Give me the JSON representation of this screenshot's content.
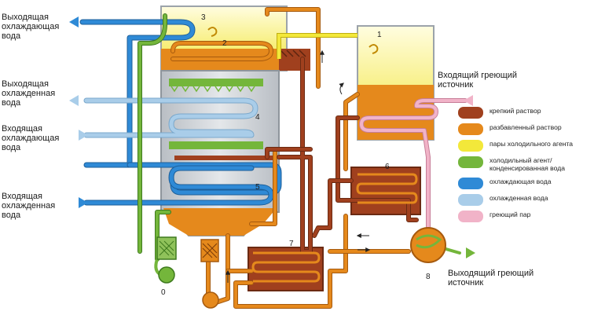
{
  "labels": {
    "outgoing_cooling": [
      "Выходящая",
      "охлаждающая",
      "вода"
    ],
    "outgoing_chilled": [
      "Выходящая",
      "охлажденная",
      "вода"
    ],
    "incoming_cooling": [
      "Входящая",
      "охлаждающая",
      "вода"
    ],
    "incoming_chilled": [
      "Входящая",
      "охлажденная",
      "вода"
    ],
    "incoming_heating": [
      "Входящий греющий",
      "источник"
    ],
    "outgoing_heating": [
      "Выходящий греющий",
      "источник"
    ]
  },
  "numbers": [
    "0",
    "1",
    "2",
    "3",
    "4",
    "5",
    "6",
    "7",
    "8"
  ],
  "legend": [
    {
      "label": "крепкий раствор",
      "color": "#a0401e"
    },
    {
      "label": "разбавленный раствор",
      "color": "#e5891c"
    },
    {
      "label": "пары холодильного агента",
      "color": "#f3e83a"
    },
    {
      "label": "холодильный агент/\nконденсированная вода",
      "color": "#74b63b"
    },
    {
      "label": "охлаждающая вода",
      "color": "#2f8ad6"
    },
    {
      "label": "охлажденная вода",
      "color": "#a9cde9"
    },
    {
      "label": "греющий пар",
      "color": "#f1b3c8"
    }
  ],
  "colors": {
    "strong": "#a0401e",
    "dilute": "#e5891c",
    "vapor": "#f3e83a",
    "refrigerant": "#74b63b",
    "cooling": "#2f8ad6",
    "chilled": "#a9cde9",
    "steam": "#f1b3c8",
    "shell": "#c9cdd2"
  }
}
